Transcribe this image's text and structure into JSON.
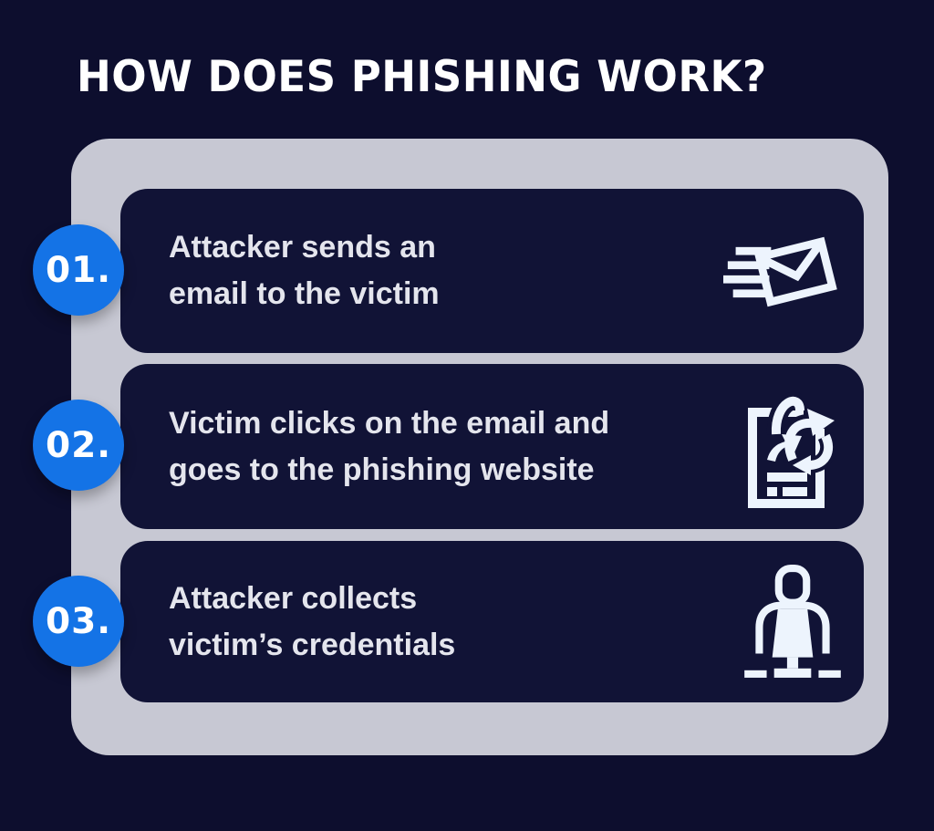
{
  "title": "HOW DOES PHISHING WORK?",
  "colors": {
    "background": "#0d0e2e",
    "panel": "#c7c8d3",
    "card": "#111336",
    "accent": "#1473e6",
    "text": "#e4e5ed",
    "icon": "#edf4fd",
    "title": "#ffffff"
  },
  "steps": [
    {
      "number": "01.",
      "line1": "Attacker sends an",
      "line2": "email to the victim",
      "icon": "sending-email-icon"
    },
    {
      "number": "02.",
      "line1": "Victim clicks on the email and",
      "line2": "goes to the phishing website",
      "icon": "phishing-website-icon"
    },
    {
      "number": "03.",
      "line1": "Attacker collects",
      "line2": "victim’s credentials",
      "icon": "credentials-person-icon"
    }
  ]
}
